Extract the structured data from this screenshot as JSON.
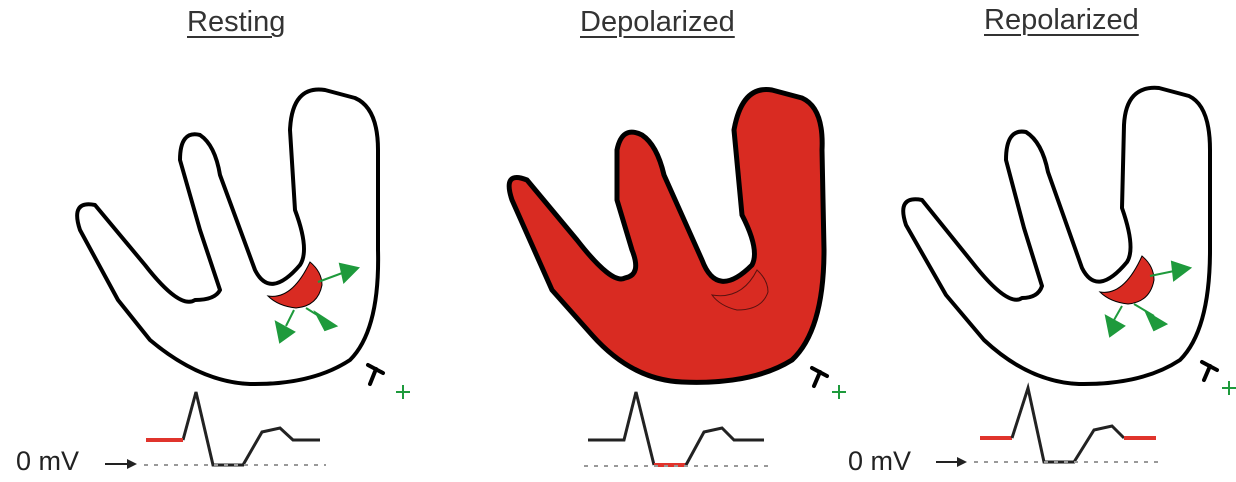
{
  "panels": [
    {
      "id": "resting",
      "title": "Resting",
      "baseline_label": "0 mV",
      "region": "partial"
    },
    {
      "id": "depolarized",
      "title": "Depolarized",
      "baseline_label": "",
      "region": "full"
    },
    {
      "id": "repolarized",
      "title": "Repolarized",
      "baseline_label": "0 mV",
      "region": "partial"
    }
  ],
  "colors": {
    "tissue_fill": "#d92b22",
    "outline": "#000000",
    "wavefront_arrow": "#1e9a3c",
    "trace": "#222222",
    "trace_highlight": "#e0342c",
    "baseline": "#999999"
  },
  "icons": [
    "electrode-icon",
    "arrow-icon"
  ]
}
